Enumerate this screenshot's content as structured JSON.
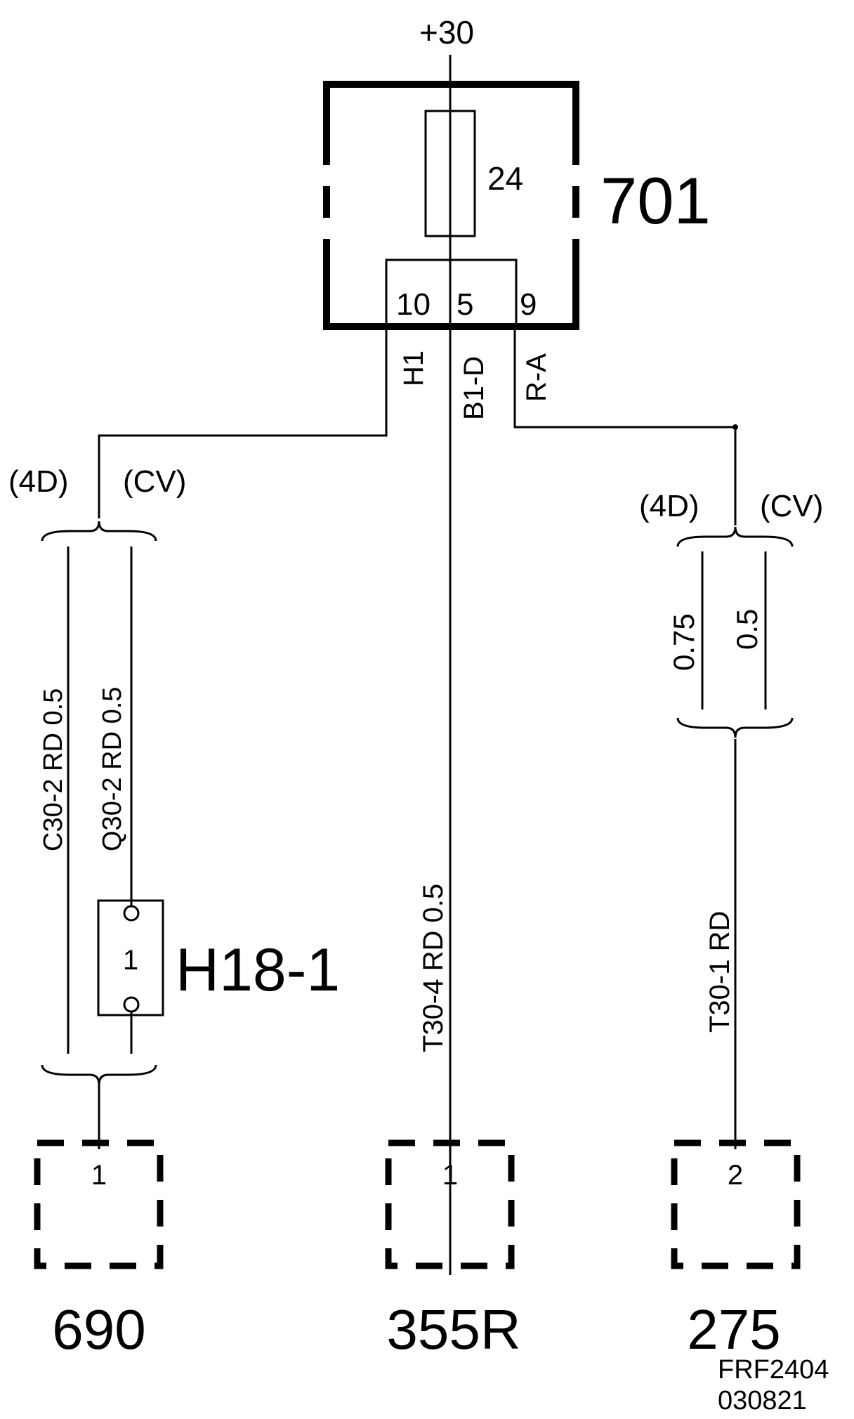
{
  "supply": {
    "label": "+30"
  },
  "fuse_box": {
    "id": "701",
    "fuse_number": "24",
    "pins": [
      "10",
      "5",
      "9"
    ],
    "pin_labels": [
      "H1",
      "B1-D",
      "R-A"
    ]
  },
  "left_branch": {
    "variant_left": "(4D)",
    "variant_right": "(CV)",
    "wire_left": "C30-2  RD  0.5",
    "wire_right": "Q30-2  RD  0.5",
    "component": {
      "id": "H18-1",
      "pin": "1"
    }
  },
  "center_branch": {
    "wire": "T30-4   RD   0.5"
  },
  "right_branch": {
    "variant_left": "(4D)",
    "variant_right": "(CV)",
    "size_left": "0.75",
    "size_right": "0.5",
    "wire": "T30-1  RD"
  },
  "connectors": [
    {
      "id": "690",
      "pin": "1"
    },
    {
      "id": "355R",
      "pin": "1"
    },
    {
      "id": "275",
      "pin": "2"
    }
  ],
  "footer": {
    "ref": "FRF2404",
    "date": "030821"
  }
}
